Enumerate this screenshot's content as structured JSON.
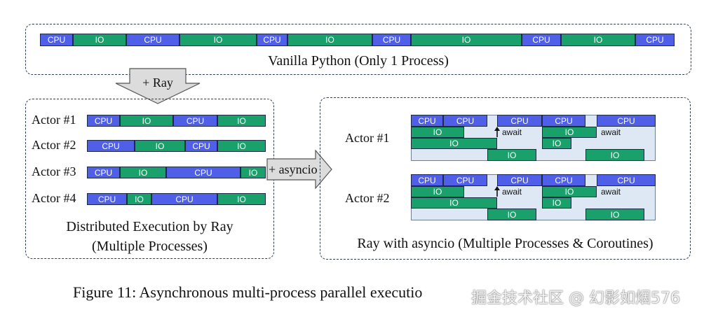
{
  "vanilla": {
    "caption": "Vanilla Python (Only 1 Process)",
    "segments": [
      {
        "label": "CPU",
        "kind": "cpu"
      },
      {
        "label": "IO",
        "kind": "io"
      },
      {
        "label": "CPU",
        "kind": "cpu"
      },
      {
        "label": "IO",
        "kind": "io"
      },
      {
        "label": "CPU",
        "kind": "cpu"
      },
      {
        "label": "IO",
        "kind": "io"
      },
      {
        "label": "CPU",
        "kind": "cpu"
      },
      {
        "label": "IO",
        "kind": "io"
      },
      {
        "label": "CPU",
        "kind": "cpu"
      },
      {
        "label": "IO",
        "kind": "io"
      },
      {
        "label": "CPU",
        "kind": "cpu"
      }
    ]
  },
  "ray_arrow": "+ Ray",
  "asyncio_arrow": "+ asyncio",
  "distributed": {
    "caption_line1": "Distributed Execution by Ray",
    "caption_line2": "(Multiple Processes)",
    "actors": [
      {
        "name": "Actor #1",
        "segments": [
          {
            "label": "CPU",
            "kind": "cpu"
          },
          {
            "label": "IO",
            "kind": "io"
          },
          {
            "label": "CPU",
            "kind": "cpu"
          },
          {
            "label": "IO",
            "kind": "io"
          }
        ]
      },
      {
        "name": "Actor #2",
        "segments": [
          {
            "label": "CPU",
            "kind": "cpu"
          },
          {
            "label": "IO",
            "kind": "io"
          },
          {
            "label": "CPU",
            "kind": "cpu"
          },
          {
            "label": "IO",
            "kind": "io"
          }
        ]
      },
      {
        "name": "Actor #3",
        "segments": [
          {
            "label": "CPU",
            "kind": "cpu"
          },
          {
            "label": "IO",
            "kind": "io"
          },
          {
            "label": "CPU",
            "kind": "cpu"
          },
          {
            "label": "IO",
            "kind": "io"
          }
        ]
      },
      {
        "name": "Actor #4",
        "segments": [
          {
            "label": "CPU",
            "kind": "cpu"
          },
          {
            "label": "IO",
            "kind": "io"
          },
          {
            "label": "CPU",
            "kind": "cpu"
          },
          {
            "label": "IO",
            "kind": "io"
          }
        ]
      }
    ]
  },
  "asyncio_panel": {
    "caption": "Ray with asyncio (Multiple Processes & Coroutines)",
    "actors": [
      {
        "name": "Actor #1",
        "cpu_row": [
          "CPU",
          "CPU",
          "CPU",
          "CPU",
          "CPU"
        ],
        "io_labels": [
          "IO",
          "IO",
          "IO",
          "IO",
          "IO",
          "IO"
        ],
        "await_labels": [
          "await",
          "await"
        ]
      },
      {
        "name": "Actor #2",
        "cpu_row": [
          "CPU",
          "CPU",
          "CPU",
          "CPU",
          "CPU"
        ],
        "io_labels": [
          "IO",
          "IO",
          "IO",
          "IO",
          "IO",
          "IO"
        ],
        "await_labels": [
          "await",
          "await"
        ]
      }
    ]
  },
  "figure_caption": "Figure 11: Asynchronous multi-process parallel executio",
  "watermark": "掘金技术社区 @ 幻影如烟576",
  "colors": {
    "cpu": "#4f5fe8",
    "io": "#1aa06b",
    "lane": "#dde8f4",
    "border": "#2f3f57"
  }
}
